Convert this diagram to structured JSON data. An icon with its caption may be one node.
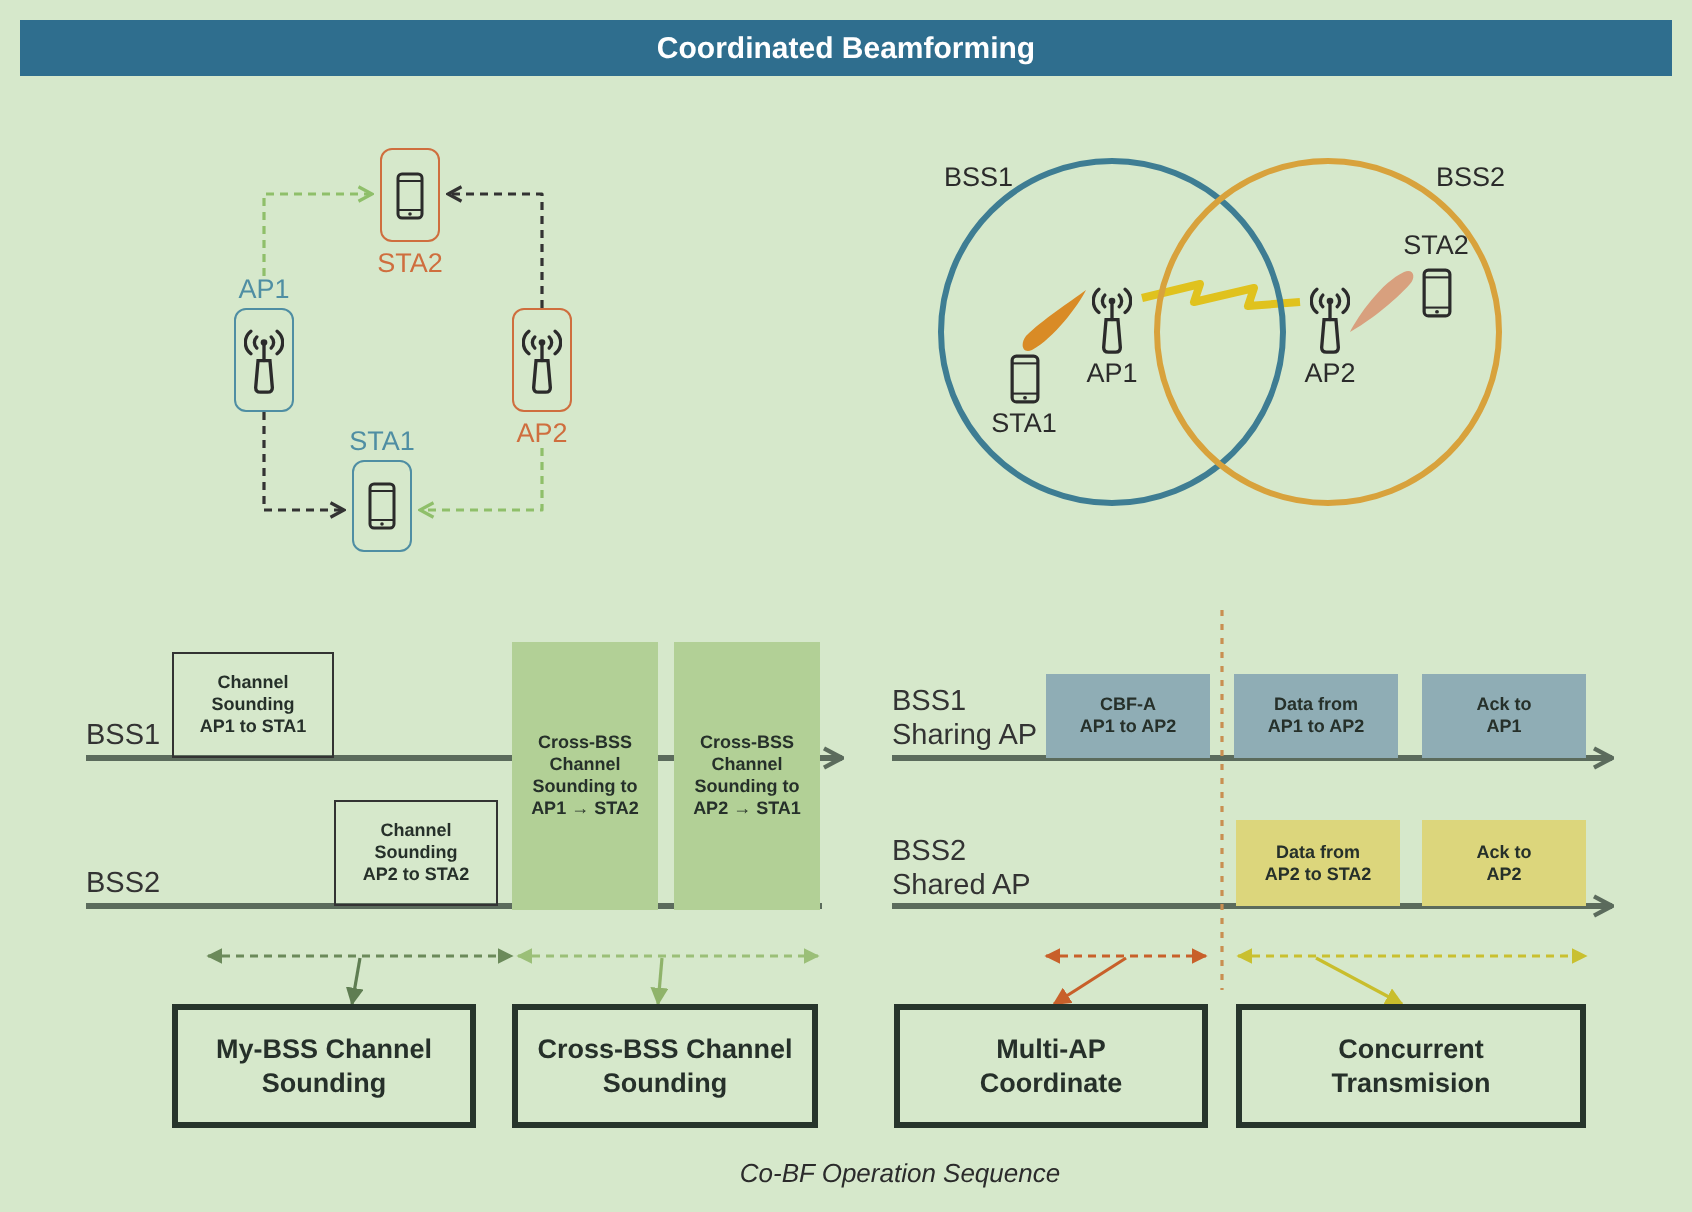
{
  "diagram": {
    "title": "Coordinated Beamforming",
    "caption": "Co-BF Operation Sequence",
    "nodes": [
      {
        "text": [
          "STA2"
        ]
      },
      {
        "text": [
          "AP1"
        ]
      },
      {
        "text": [
          "AP2"
        ]
      },
      {
        "text": [
          "STA1"
        ]
      },
      {
        "text": [
          "BSS1"
        ]
      },
      {
        "text": [
          "AP1"
        ],
        "in": 4
      },
      {
        "text": [
          "STA1"
        ],
        "in": 4
      },
      {
        "text": [
          "BSS2"
        ]
      },
      {
        "text": [
          "AP2"
        ],
        "in": 7
      },
      {
        "text": [
          "STA2"
        ],
        "in": 7
      },
      {
        "text": [
          "Channel Sounding AP1 to STA1"
        ]
      },
      {
        "text": [
          "Channel Sounding AP2 to STA2"
        ]
      },
      {
        "text": [
          "Cross-BSS Channel Sounding to AP1 → STA2"
        ]
      },
      {
        "text": [
          "Cross-BSS Channel Sounding to AP2 → STA1"
        ]
      },
      {
        "text": [
          "CBF-A AP1 to AP2"
        ]
      },
      {
        "text": [
          "Data from AP1 to AP2"
        ]
      },
      {
        "text": [
          "Ack to AP1"
        ]
      },
      {
        "text": [
          "Data from AP2 to STA2"
        ]
      },
      {
        "text": [
          "Ack to AP2"
        ]
      },
      {
        "text": [
          "My-BSS Channel Sounding"
        ]
      },
      {
        "text": [
          "Cross-BSS Channel Sounding"
        ]
      },
      {
        "text": [
          "Multi-AP Coordinate"
        ]
      },
      {
        "text": [
          "Concurrent Transmision"
        ]
      }
    ],
    "edges": [
      {
        "from": 1,
        "to": 0,
        "arrow": "to",
        "style": "dashed",
        "color": "#8fbf6a"
      },
      {
        "from": 2,
        "to": 0,
        "arrow": "to",
        "style": "dashed",
        "color": "#333333"
      },
      {
        "from": 1,
        "to": 3,
        "arrow": "to",
        "style": "dashed",
        "color": "#333333"
      },
      {
        "from": 2,
        "to": 3,
        "arrow": "to",
        "style": "dashed",
        "color": "#8fbf6a"
      },
      {
        "from": 5,
        "to": 8,
        "arrow": "none",
        "style": "thick",
        "color": "#e0c21e"
      },
      {
        "from": null,
        "to": 19,
        "arrow": "to",
        "color": "#5f7d52"
      },
      {
        "from": null,
        "to": 20,
        "arrow": "to",
        "color": "#8fb36a"
      },
      {
        "from": null,
        "to": 21,
        "arrow": "to",
        "color": "#c8602a"
      },
      {
        "from": null,
        "to": 22,
        "arrow": "to",
        "color": "#c9be2c"
      }
    ],
    "labels": [
      "BSS1",
      "BSS2",
      "BSS1 Sharing AP",
      "BSS2 Shared AP"
    ]
  }
}
